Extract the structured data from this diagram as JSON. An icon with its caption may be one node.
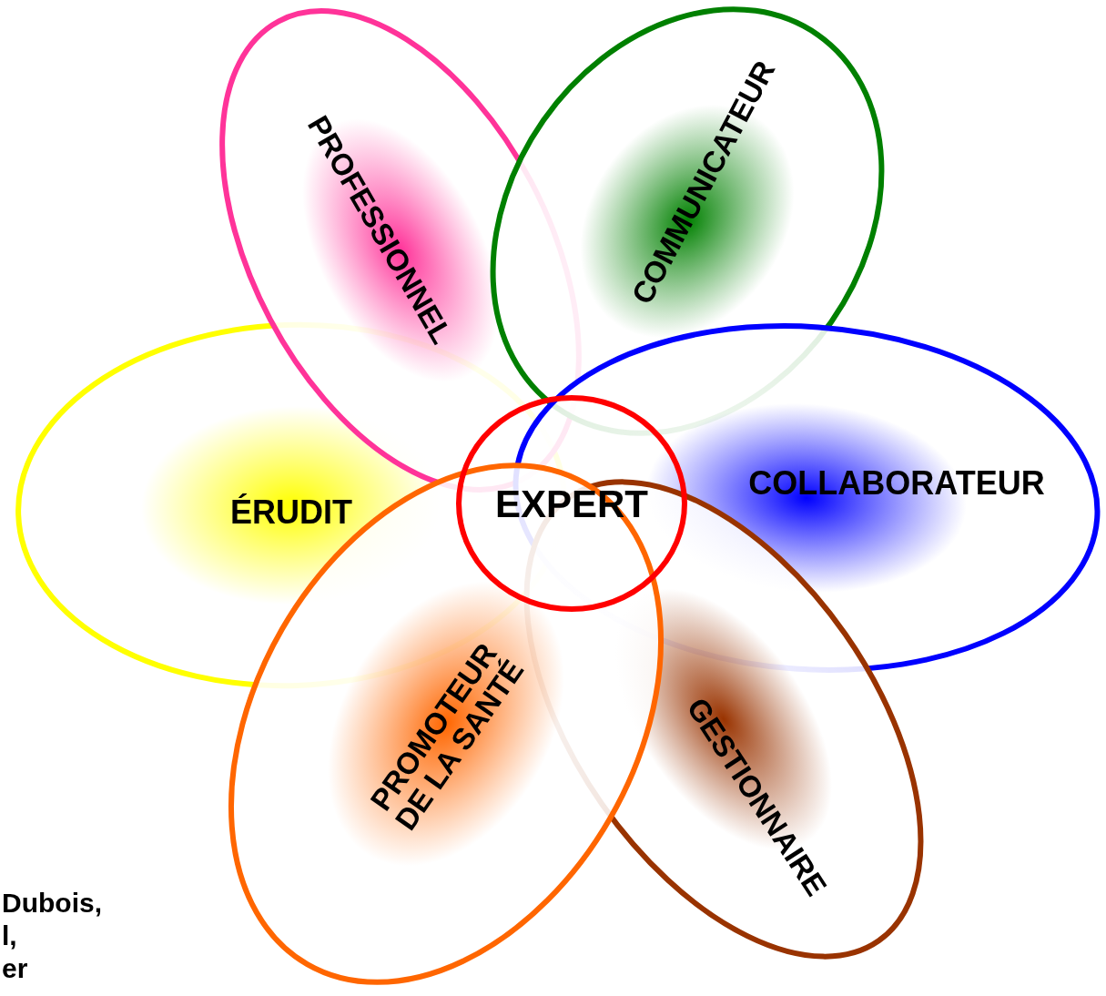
{
  "diagram": {
    "nodes": [
      {
        "text": [
          "PROFESSIONNEL"
        ]
      },
      {
        "text": [
          "COMMUNICATEUR"
        ]
      },
      {
        "text": [
          "ÉRUDIT"
        ]
      },
      {
        "text": [
          "EXPERT"
        ]
      },
      {
        "text": [
          "COLLABORATEUR"
        ]
      },
      {
        "text": [
          "PROMOTEUR DE LA SANTÉ"
        ]
      },
      {
        "text": [
          "GESTIONNAIRE"
        ]
      }
    ],
    "labels": [
      "Dubois,",
      "l,",
      "er"
    ]
  }
}
